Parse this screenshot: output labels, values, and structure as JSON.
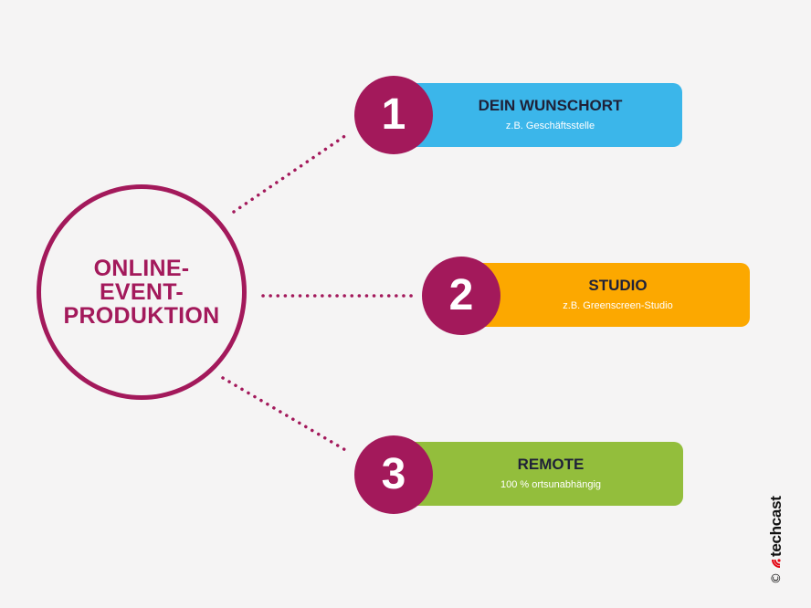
{
  "center": {
    "lines": [
      "ONLINE-",
      "EVENT-",
      "PRODUKTION"
    ]
  },
  "items": [
    {
      "number": "1",
      "title": "DEIN WUNSCHORT",
      "subtitle": "z.B. Geschäftsstelle",
      "color": "#3bb6ea"
    },
    {
      "number": "2",
      "title": "STUDIO",
      "subtitle": "z.B. Greenscreen-Studio",
      "color": "#fca800"
    },
    {
      "number": "3",
      "title": "REMOTE",
      "subtitle": "100 % ortsunabhängig",
      "color": "#93be3c"
    }
  ],
  "colors": {
    "accent": "#a3195b",
    "background": "#f5f4f4",
    "title_text": "#1f2138"
  },
  "watermark": {
    "symbol": "©",
    "brand": "techcast"
  }
}
